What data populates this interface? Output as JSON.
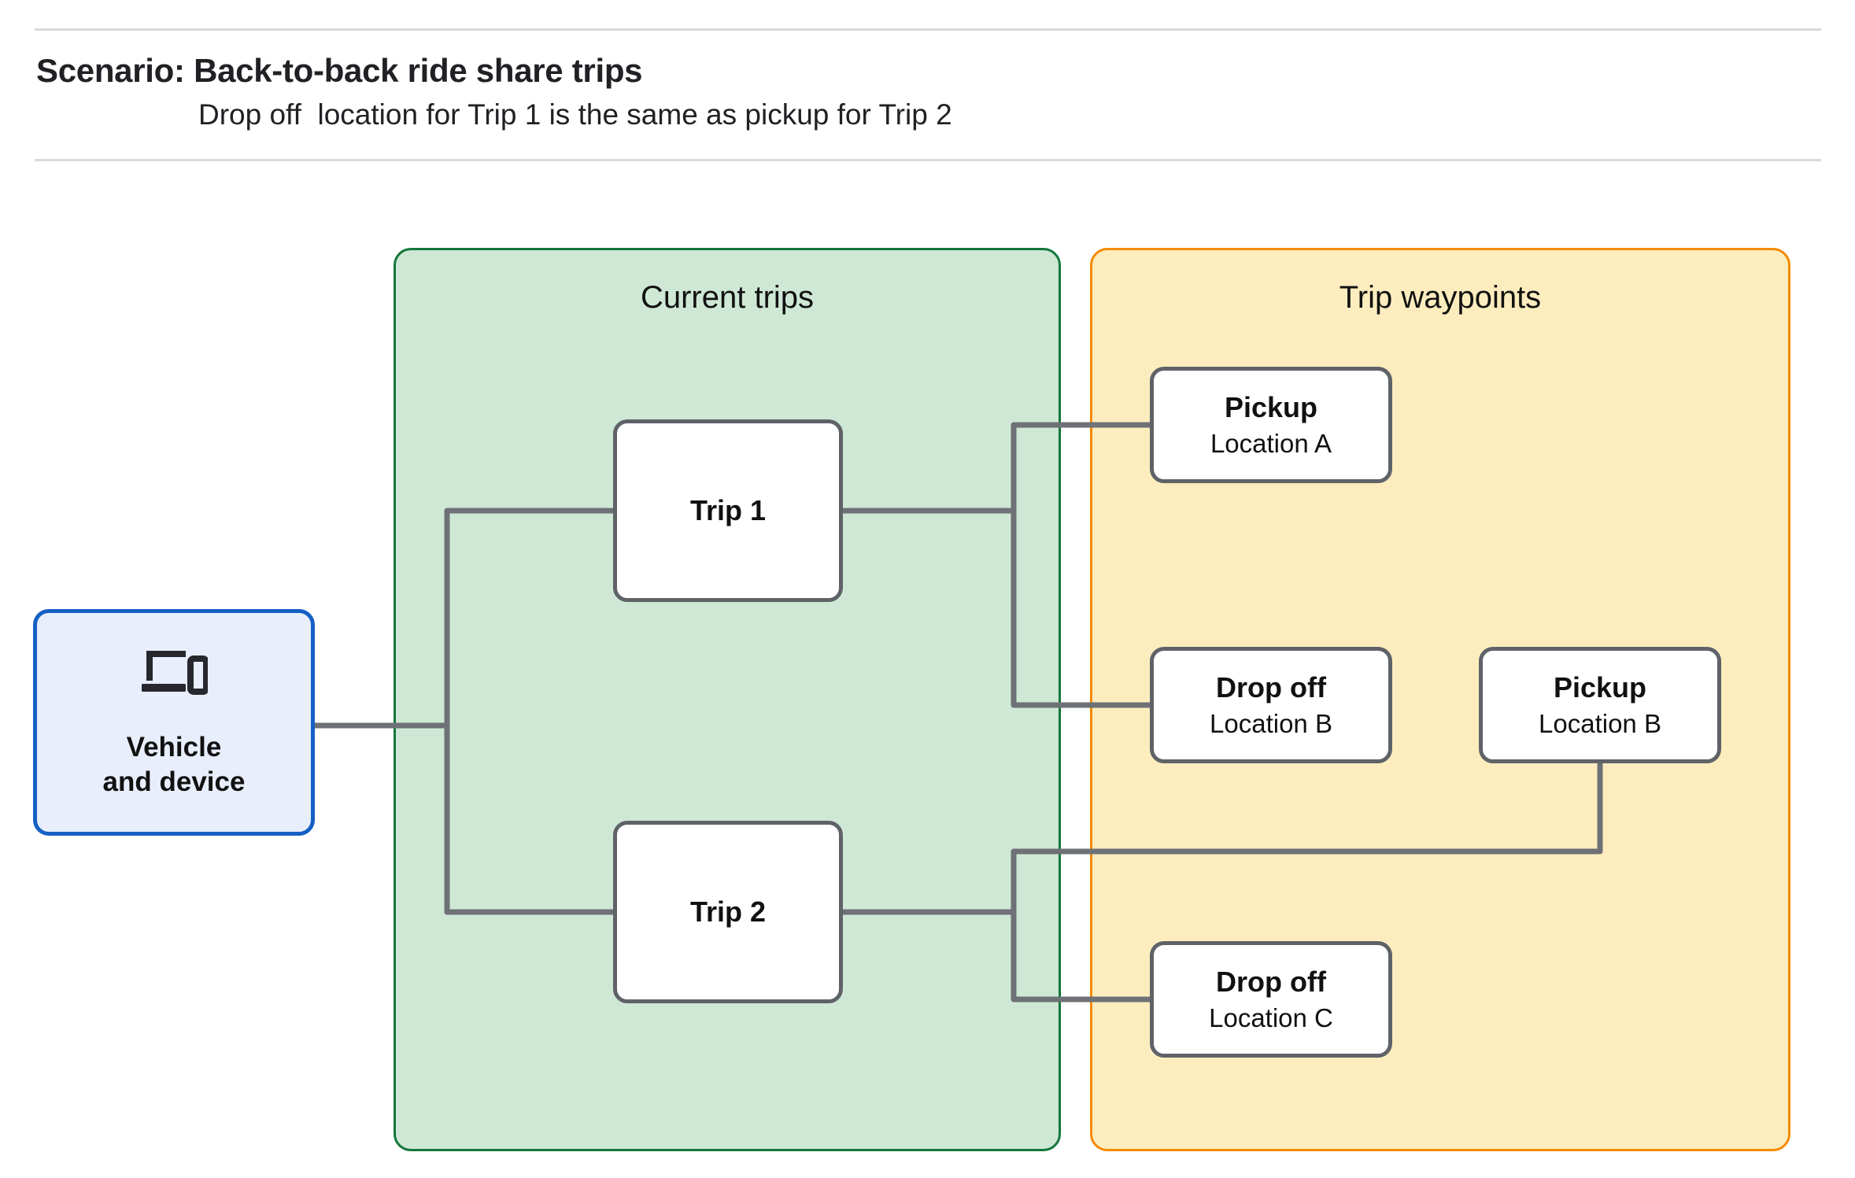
{
  "header": {
    "title": "Scenario: Back-to-back ride share trips",
    "subtitle": "Drop off  location for Trip 1 is the same as pickup for Trip 2"
  },
  "groups": {
    "current_trips": {
      "label": "Current trips",
      "fill": "#cee8d5",
      "border": "#14773c"
    },
    "trip_waypoints": {
      "label": "Trip waypoints",
      "fill": "#fdedbe",
      "border": "#f58a00"
    }
  },
  "vehicle": {
    "icon": "devices-icon",
    "label": "Vehicle\nand device",
    "fill": "#e8eefc",
    "border": "#1560c4"
  },
  "trips": [
    {
      "id": "trip-1",
      "label": "Trip 1"
    },
    {
      "id": "trip-2",
      "label": "Trip 2"
    }
  ],
  "waypoints": [
    {
      "id": "pickup-a",
      "type": "Pickup",
      "location": "Location A"
    },
    {
      "id": "dropoff-b",
      "type": "Drop off",
      "location": "Location B"
    },
    {
      "id": "pickup-b",
      "type": "Pickup",
      "location": "Location B"
    },
    {
      "id": "dropoff-c",
      "type": "Drop off",
      "location": "Location C"
    }
  ],
  "edges": [
    {
      "from": "vehicle",
      "to": "trip-1"
    },
    {
      "from": "vehicle",
      "to": "trip-2"
    },
    {
      "from": "trip-1",
      "to": "pickup-a"
    },
    {
      "from": "trip-1",
      "to": "dropoff-b"
    },
    {
      "from": "trip-2",
      "to": "pickup-b"
    },
    {
      "from": "trip-2",
      "to": "dropoff-c"
    }
  ],
  "style": {
    "node_border": "#5f6368",
    "node_fill": "#ffffff",
    "connector": "#6e7175",
    "rule": "#d9d9d9"
  }
}
